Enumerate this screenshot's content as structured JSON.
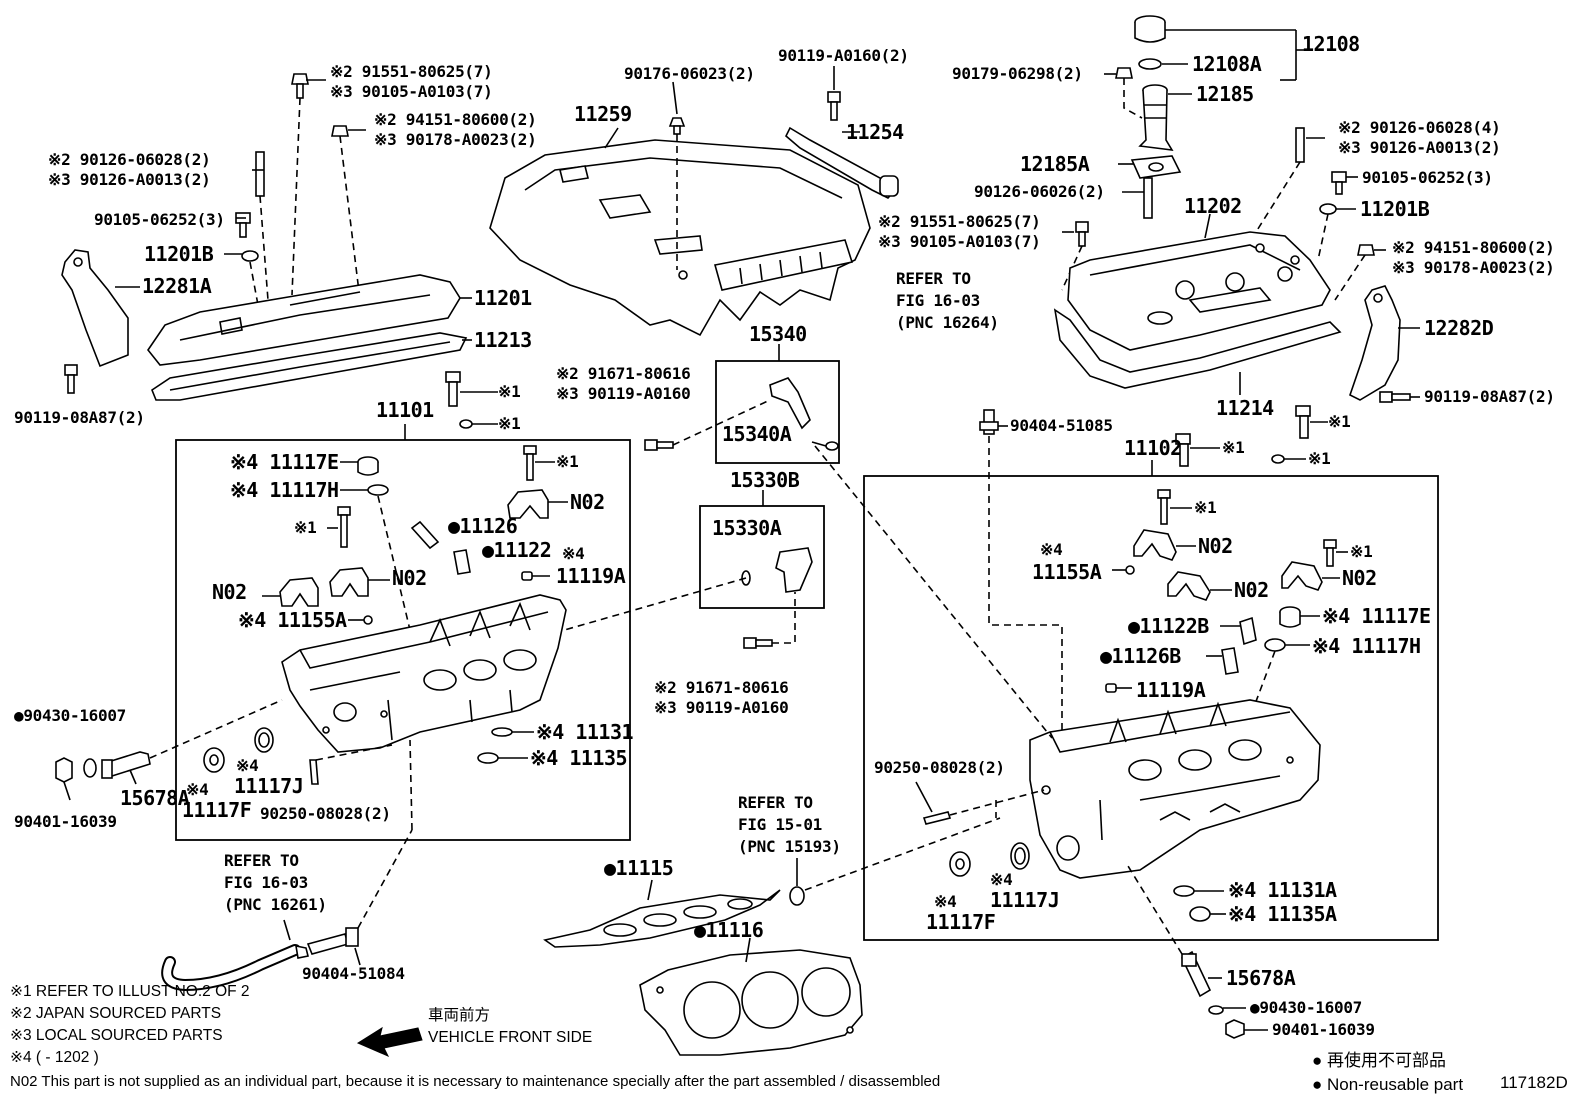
{
  "labels": {
    "p_12108": "12108",
    "p_12108A": "12108A",
    "p_12185": "12185",
    "p_12185A": "12185A",
    "p_90179_06298": "90179-06298(2)",
    "p_90126_06026": "90126-06026(2)",
    "p_11202": "11202",
    "p_r_90126_06028": "※2 90126-06028(4)",
    "p_r_90126_A0013": "※3 90126-A0013(2)",
    "p_r_90105_06252": "90105-06252(3)",
    "p_r_11201B": "11201B",
    "p_r_94151": "※2 94151-80600(2)",
    "p_r_90178": "※3 90178-A0023(2)",
    "p_12282D": "12282D",
    "p_r_90119_08A87": "90119-08A87(2)",
    "p_11214": "11214",
    "p_90119_A0160_top": "90119-A0160(2)",
    "p_11254": "11254",
    "p_c_91551": "※2 91551-80625(7)",
    "p_c_90105_A0103": "※3 90105-A0103(7)",
    "p_90176": "90176-06023(2)",
    "p_11259": "11259",
    "p_l_91551": "※2 91551-80625(7)",
    "p_l_90105_A0103": "※3 90105-A0103(7)",
    "p_l_94151": "※2 94151-80600(2)",
    "p_l_90178": "※3 90178-A0023(2)",
    "p_l_90126_06028": "※2 90126-06028(2)",
    "p_l_90126_A0013": "※3 90126-A0013(2)",
    "p_l_90105_06252": "90105-06252(3)",
    "p_l_11201B": "11201B",
    "p_12281A": "12281A",
    "p_11201": "11201",
    "p_11213": "11213",
    "p_l_90119_08A87": "90119-08A87(2)",
    "p_11101": "11101",
    "p_l_x1a": "※1",
    "p_l_x1b": "※1",
    "p_l_11117E": "※4 11117E",
    "p_l_11117H": "※4 11117H",
    "p_l_x1c": "※1",
    "p_l_N02a": "N02",
    "p_l_x1d": "※1",
    "p_11126": "●11126",
    "p_11122": "●11122",
    "p_l_x4": "※4",
    "p_l_11119A": "11119A",
    "p_l_N02b": "N02",
    "p_l_N02c": "N02",
    "p_l_11155A": "※4 11155A",
    "p_l_90430": "●90430-16007",
    "p_l_11131": "※4 11131",
    "p_l_11135": "※4 11135",
    "p_l_90401": "90401-16039",
    "p_l_15678A": "15678A",
    "p_l_x4b": "※4",
    "p_l_11117F": "11117F",
    "p_l_x4c": "※4",
    "p_l_11117J": "11117J",
    "p_l_90250": "90250-08028(2)",
    "p_l_x4d": "※4",
    "p_15340": "15340",
    "p_15340A": "15340A",
    "p_s_91671": "※2 91671-80616",
    "p_s_90119": "※3 90119-A0160",
    "p_15330B": "15330B",
    "p_15330A": "15330A",
    "p_s2_91671": "※2 91671-80616",
    "p_s2_90119": "※3 90119-A0160",
    "ref_16264_1": "REFER TO",
    "ref_16264_2": "FIG 16-03",
    "ref_16264_3": "(PNC 16264)",
    "p_90404_51085": "90404-51085",
    "p_11102": "11102",
    "p_r_x1a": "※1",
    "p_r_x1b": "※1",
    "p_r_x1c": "※1",
    "p_r_x1d": "※1",
    "p_r_x1e": "※1",
    "p_r_x4": "※4",
    "p_r_11155A": "11155A",
    "p_r_N02a": "N02",
    "p_r_N02b": "N02",
    "p_r_N02c": "N02",
    "p_r_11117E": "※4 11117E",
    "p_r_11122B": "●11122B",
    "p_r_11117H": "※4 11117H",
    "p_r_11126B": "●11126B",
    "p_r_11119A": "11119A",
    "p_r_90250": "90250-08028(2)",
    "p_r_x4b": "※4",
    "p_r_11117F": "11117F",
    "p_r_x4c": "※4",
    "p_r_11117J": "11117J",
    "p_r_11131A": "※4 11131A",
    "p_r_11135A": "※4 11135A",
    "p_r_15678A": "15678A",
    "p_r_90430": "●90430-16007",
    "p_r_90401": "90401-16039",
    "ref_15193_1": "REFER TO",
    "ref_15193_2": "FIG 15-01",
    "ref_15193_3": "(PNC 15193)",
    "p_11115": "●11115",
    "p_11116": "●11116",
    "ref_16261_1": "REFER TO",
    "ref_16261_2": "FIG 16-03",
    "ref_16261_3": "(PNC 16261)",
    "p_90404_51084": "90404-51084",
    "note_1": "※1 REFER TO ILLUST NO.2 OF 2",
    "note_2": "※2 JAPAN SOURCED PARTS",
    "note_3": "※3 LOCAL SOURCED PARTS",
    "note_4": "※4 (        - 1202 )",
    "note_n02": "N02 This part is not supplied as an individual part, because it is necessary to maintenance specially after the part assembled / disassembled",
    "front_jp": "車両前方",
    "front_en": "VEHICLE FRONT SIDE",
    "legend_jp": "● 再使用不可部品",
    "legend_en": "● Non-reusable part",
    "diagram_id": "117182D"
  }
}
